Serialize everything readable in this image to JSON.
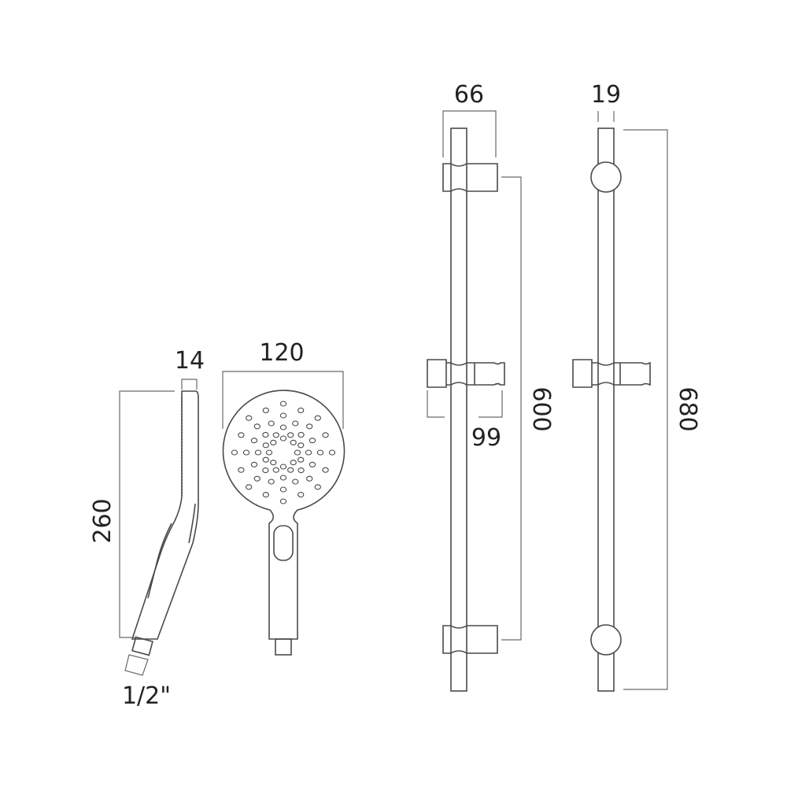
{
  "dimensions": {
    "handset_depth": "14",
    "handset_length": "260",
    "connector_thread": "1/2\"",
    "head_diameter": "120",
    "bracket_width": "66",
    "holder_projection": "99",
    "bracket_spacing": "600",
    "rail_diameter": "19",
    "rail_length": "680"
  },
  "colors": {
    "line": "#4a4a4a",
    "dimension_line": "#6a6a6a",
    "text": "#222222"
  }
}
